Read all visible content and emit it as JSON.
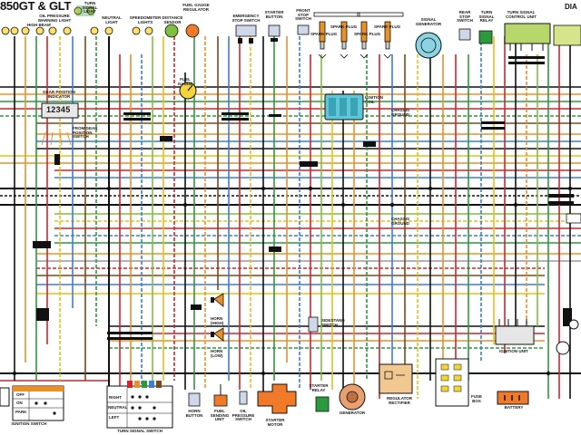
{
  "title": "850GT & GLT",
  "corner_label": "DIA",
  "labels": {
    "oil_pressure": "OIL PRESSURE WARNING LIGHT",
    "high_beam": "HIGH BEAM",
    "neutral_light": "NEUTRAL LIGHT",
    "turn_signal_light": "TURN SIGNAL LIGHT",
    "speedometer_lights": "SPEEDOMETER LIGHTS",
    "distance_sensor": "DISTANCE SENSOR",
    "fuel_gauge": "FUEL GAUGE",
    "fuel_gauge_regulator": "FUEL GAUGE REGULATOR",
    "emergency_stop": "EMERGENCY STOP SWITCH",
    "starter_button": "STARTER BUTTON",
    "front_stop": "FRONT STOP SWITCH",
    "spark_plug": "SPARK PLUG",
    "signal_generator": "SIGNAL GENERATOR",
    "rear_stop": "REAR STOP SWITCH",
    "turn_signal_relay": "TURN SIGNAL RELAY",
    "turn_signal_control": "TURN SIGNAL CONTROL UNIT",
    "ignition_coil": "IGNITION COIL",
    "chassis_ground_1": "CHASSIS GROUND",
    "chassis_ground_2": "CHASSIS GROUND",
    "gear_position_indicator": "GEAR POSITION INDICATOR",
    "gear_digits": "12345",
    "from_gear_switch": "FROM GEAR POSITION SWITCH",
    "horn_high": "HORN (HIGH)",
    "horn_low": "HORN (LOW)",
    "sidestand_switch": "SIDESTAND SWITCH",
    "ignition_unit": "IGNITION UNIT",
    "battery": "BATTERY",
    "fuse_box": "FUSE BOX",
    "regulator_rectifier": "REGULATOR RECTIFIER",
    "generator": "GENERATOR",
    "starter_relay": "STARTER RELAY",
    "starter_motor": "STARTER MOTOR",
    "oil_pressure_switch": "OIL PRESSURE SWITCH",
    "fuel_sending_unit": "FUEL SENDING UNIT",
    "horn_button": "HORN BUTTON",
    "turn_signal_switch": "TURN SIGNAL SWITCH",
    "ignition_switch": "IGNITION SWITCH",
    "ts_right": "RIGHT",
    "ts_neutral": "NEUTRAL",
    "ts_left": "LEFT",
    "ig_off": "OFF",
    "ig_on": "ON",
    "ig_park": "PARK"
  }
}
